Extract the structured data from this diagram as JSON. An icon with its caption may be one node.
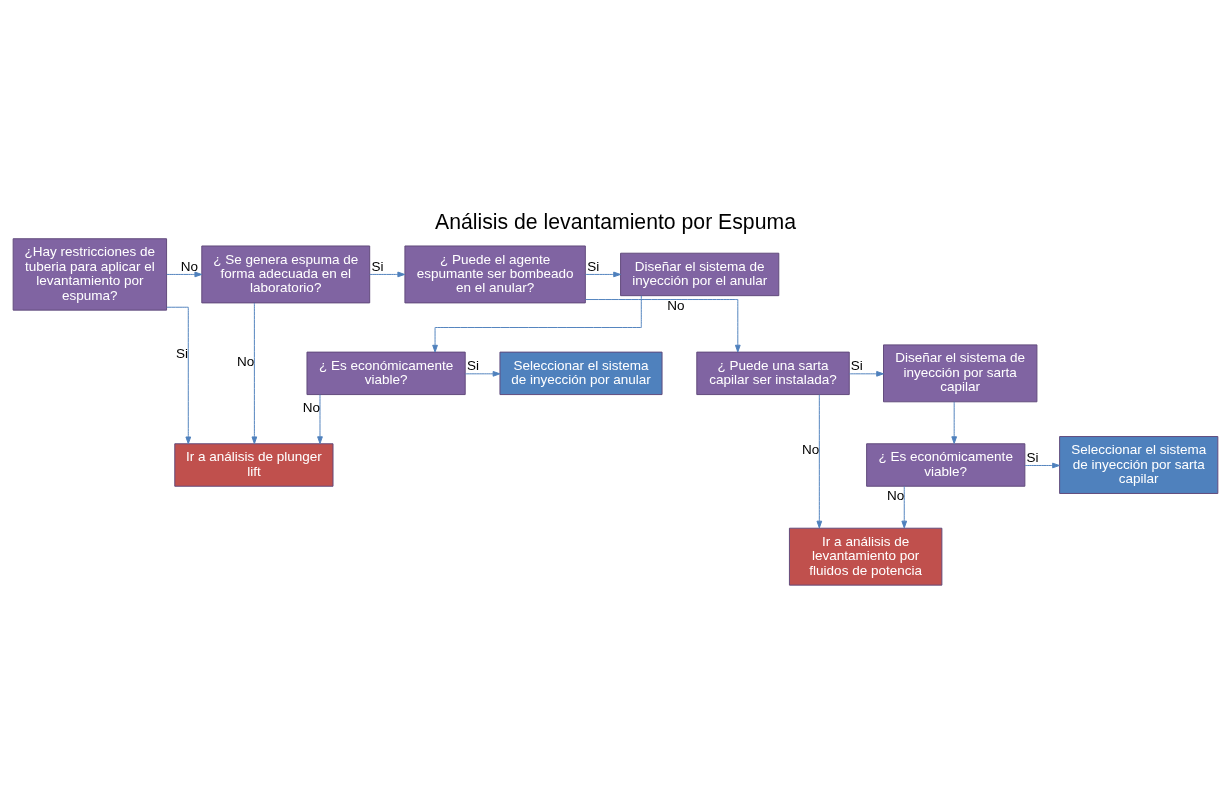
{
  "diagram": {
    "title": "Análisis de levantamiento por Espuma",
    "nodes": [
      {
        "text": [
          "¿Hay restricciones de tuberia para aplicar el levantamiento por espuma?"
        ]
      },
      {
        "text": [
          "¿ Se genera espuma de forma adecuada en el laboratorio?"
        ]
      },
      {
        "text": [
          "¿ Puede el agente espumante ser bombeado en el anular?"
        ]
      },
      {
        "text": [
          "Diseñar el sistema de inyección por el anular"
        ]
      },
      {
        "text": [
          "¿ Es económicamente viable?"
        ]
      },
      {
        "text": [
          "Seleccionar el sistema de inyección por anular"
        ]
      },
      {
        "text": [
          "Ir a análisis de plunger lift"
        ]
      },
      {
        "text": [
          "¿ Puede una sarta capilar ser instalada?"
        ]
      },
      {
        "text": [
          "Diseñar el sistema de inyección por sarta capilar"
        ]
      },
      {
        "text": [
          "¿ Es económicamente viable?"
        ]
      },
      {
        "text": [
          "Seleccionar el sistema de inyección por sarta capilar"
        ]
      },
      {
        "text": [
          "Ir a análisis de levantamiento por fluidos de potencia"
        ]
      }
    ],
    "edges": [
      {
        "from": 0,
        "to": 1,
        "arrow": "to",
        "label": "No"
      },
      {
        "from": 1,
        "to": 2,
        "arrow": "to",
        "label": "Si"
      },
      {
        "from": 2,
        "to": 3,
        "arrow": "to",
        "label": "Si"
      },
      {
        "from": 3,
        "to": 4,
        "arrow": "to"
      },
      {
        "from": 4,
        "to": 5,
        "arrow": "to",
        "label": "Si"
      },
      {
        "from": 0,
        "to": 6,
        "arrow": "to",
        "label": "Si"
      },
      {
        "from": 1,
        "to": 6,
        "arrow": "to",
        "label": "No"
      },
      {
        "from": 4,
        "to": 6,
        "arrow": "to",
        "label": "No"
      },
      {
        "from": 2,
        "to": 7,
        "arrow": "to",
        "label": "No"
      },
      {
        "from": 7,
        "to": 8,
        "arrow": "to",
        "label": "Si"
      },
      {
        "from": 8,
        "to": 9,
        "arrow": "to"
      },
      {
        "from": 9,
        "to": 10,
        "arrow": "to",
        "label": "Si"
      },
      {
        "from": 9,
        "to": 11,
        "arrow": "to",
        "label": "No"
      },
      {
        "from": 7,
        "to": 11,
        "arrow": "to",
        "label": "No"
      }
    ]
  }
}
